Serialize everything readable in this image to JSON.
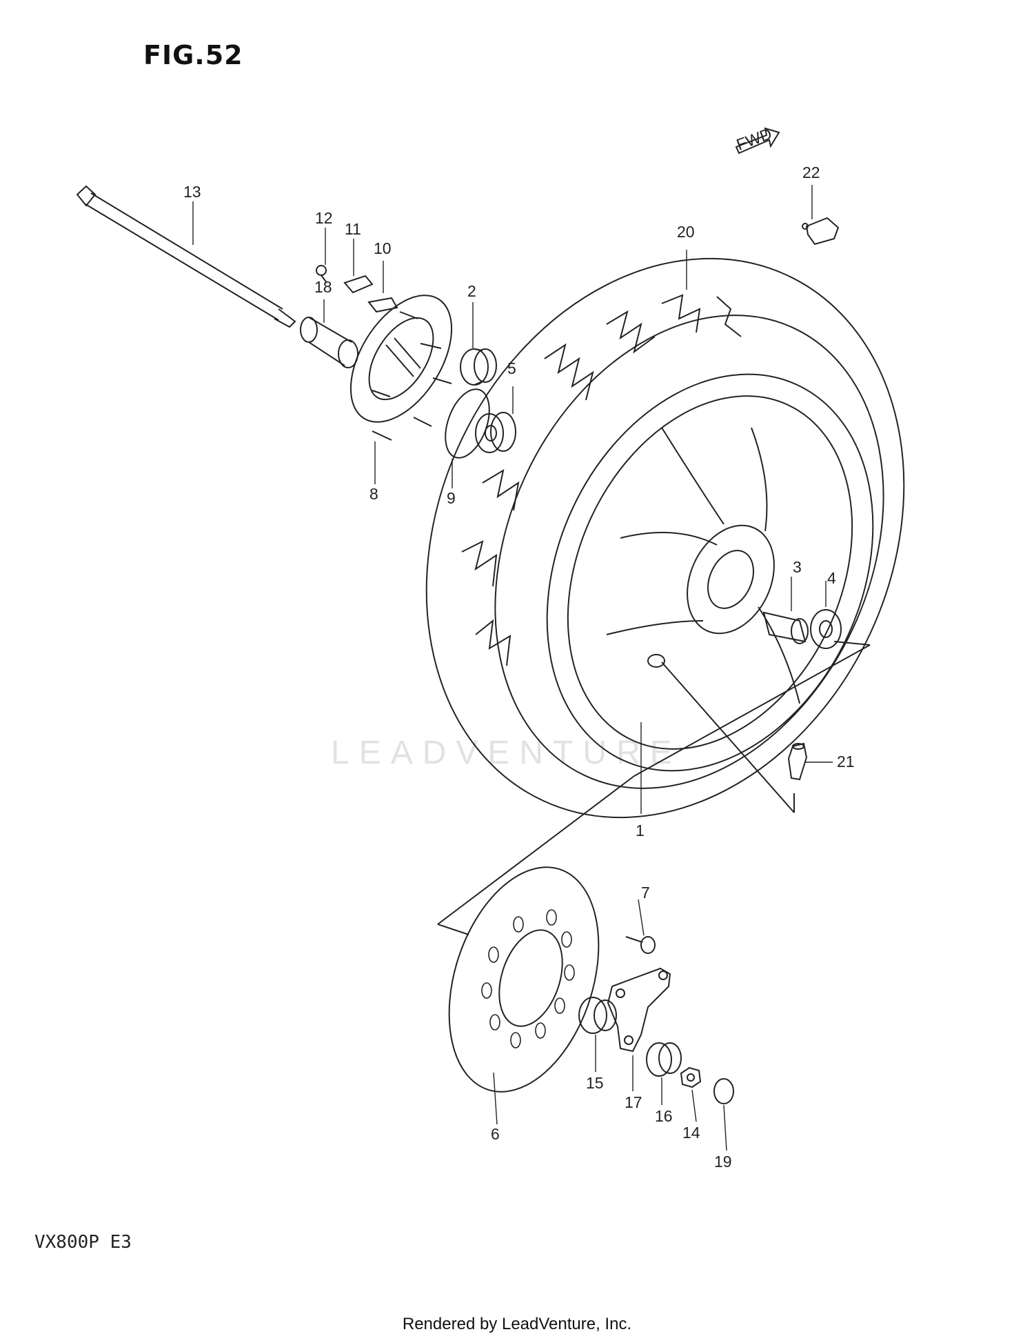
{
  "figure_title": "FIG.52",
  "model_code": "VX800P E3",
  "footer": "Rendered by LeadVenture, Inc.",
  "watermark": "LEADVENTURE",
  "fwd_label": "FWD",
  "callouts": [
    "1",
    "2",
    "3",
    "4",
    "5",
    "6",
    "7",
    "8",
    "9",
    "10",
    "11",
    "12",
    "13",
    "14",
    "15",
    "16",
    "17",
    "18",
    "19",
    "20",
    "21",
    "22"
  ],
  "parts": [
    "axle",
    "wheel",
    "tire",
    "brake-disc",
    "bearing",
    "spacer",
    "speedometer-gearbox",
    "valve",
    "balance-weight",
    "caliper-bracket",
    "collar",
    "nut",
    "cap",
    "bolt",
    "o-ring",
    "stud"
  ]
}
